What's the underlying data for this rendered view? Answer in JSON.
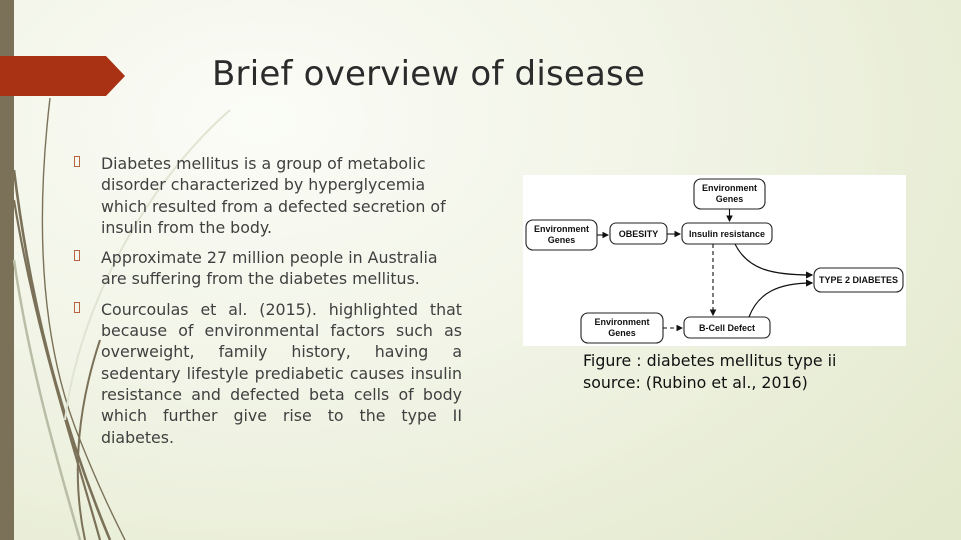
{
  "slide": {
    "title": "Brief overview of disease",
    "colors": {
      "accent_banner": "#a83213",
      "left_bar": "#7a7158",
      "bullet": "#b7633f",
      "text": "#404040"
    },
    "bullets": [
      {
        "text": "Diabetes mellitus is a group of metabolic disorder characterized by hyperglycemia which resulted from a defected secretion of insulin from the body."
      },
      {
        "text": "Approximate 27 million people in Australia are suffering from the diabetes mellitus."
      },
      {
        "text": "Courcoulas et al. (2015). highlighted that because of environmental  factors such as overweight, family history, having a sedentary lifestyle prediabetic causes insulin resistance and defected beta cells of body which further give rise to the type II diabetes."
      }
    ],
    "figure": {
      "nodes": {
        "env_top_1": "Environment",
        "env_top_2": "Genes",
        "env_left_1": "Environment",
        "env_left_2": "Genes",
        "obesity": "OBESITY",
        "insulin": "Insulin resistance",
        "t2d": "TYPE 2 DIABETES",
        "env_bottom_1": "Environment",
        "env_bottom_2": "Genes",
        "bcell": "B-Cell Defect"
      }
    },
    "caption": "Figure : diabetes mellitus type ii\n source: (Rubino et al., 2016)"
  }
}
